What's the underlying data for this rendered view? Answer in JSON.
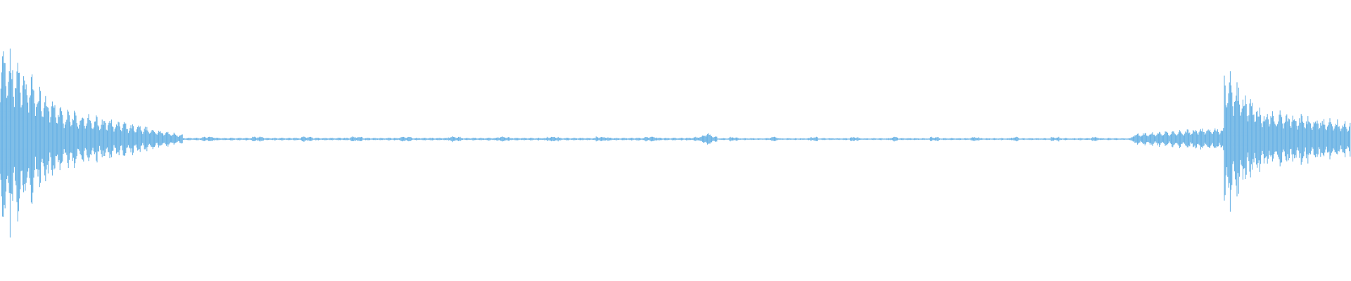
{
  "waveform": {
    "color": "#5FADE3",
    "background": "#FFFFFF",
    "segments": [
      "speech-burst",
      "decay",
      "low-noise",
      "short-blip",
      "low-noise",
      "rising-noise",
      "speech-burst"
    ]
  }
}
